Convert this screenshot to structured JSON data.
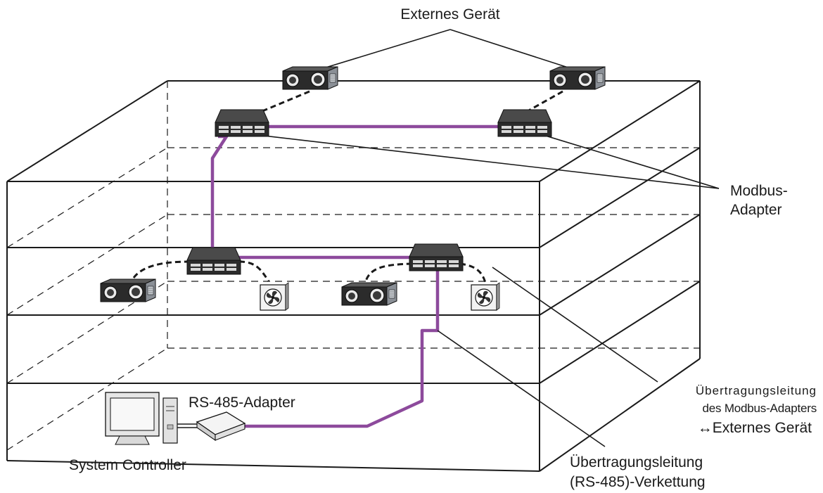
{
  "labels": {
    "external_device_top": "Externes Gerät",
    "modbus_adapter_line1": "Modbus-",
    "modbus_adapter_line2": "Adapter",
    "modbus_link_line1": "Übertragungsleitung",
    "modbus_link_line2": "des Modbus-Adapters",
    "modbus_link_line3": "↔Externes Gerät",
    "rs485_adapter": "RS-485-Adapter",
    "system_controller": "System Controller",
    "rs485_chain_line1": "Übertragungsleitung",
    "rs485_chain_line2": "(RS-485)-Verkettung"
  },
  "colors": {
    "rs485_line": "#8d4a9c",
    "frame": "#1a1a1a",
    "device_body": "#2b2b2b",
    "device_face": "#8a8f96"
  }
}
